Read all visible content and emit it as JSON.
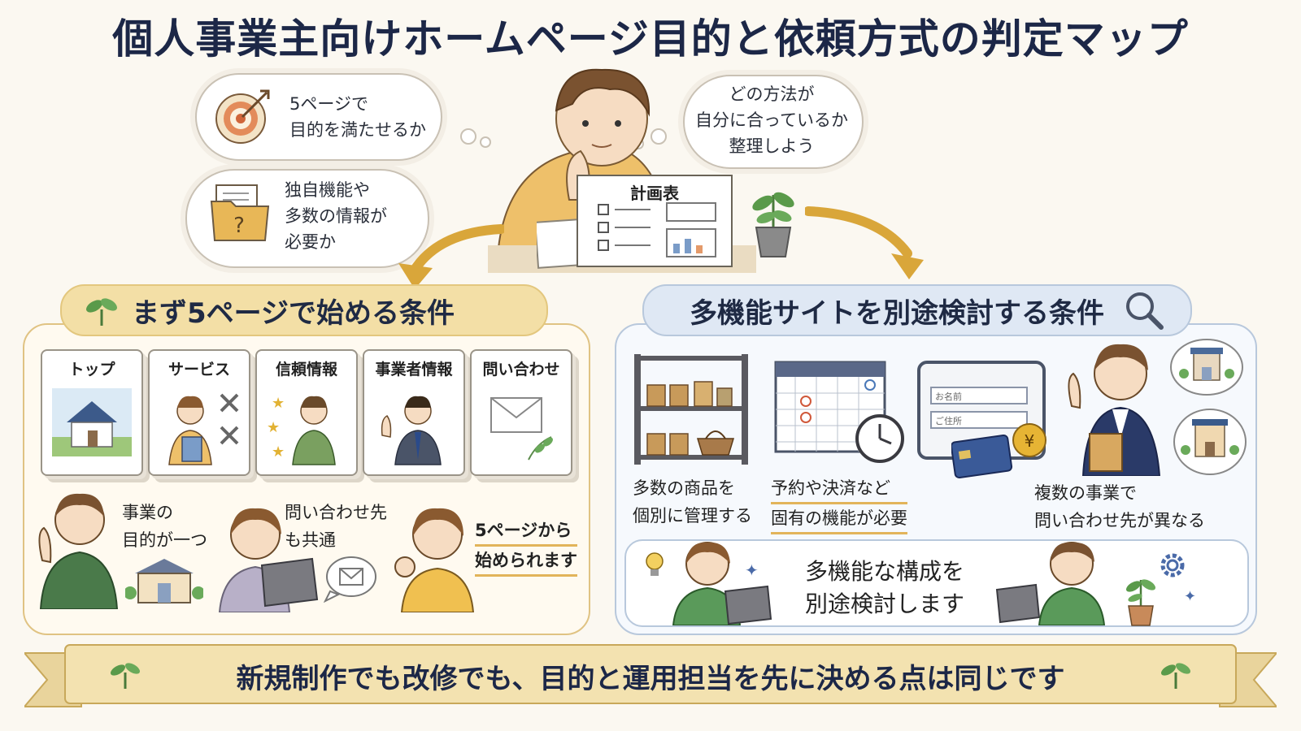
{
  "title": "個人事業主向けホームページ目的と依頼方式の判定マップ",
  "thoughts": {
    "five_pages": [
      "5ページで",
      "目的を満たせるか"
    ],
    "features": [
      "独自機能や",
      "多数の情報が",
      "必要か"
    ],
    "which_method": [
      "どの方法が",
      "自分に合っているか",
      "整理しよう"
    ]
  },
  "plan_sheet_label": "計画表",
  "left": {
    "heading": "まず5ページで始める条件",
    "pages": [
      "トップ",
      "サービス",
      "信頼情報",
      "事業者情報",
      "問い合わせ"
    ],
    "conditions": [
      [
        "事業の",
        "目的が一つ"
      ],
      [
        "問い合わせ先",
        "も共通"
      ]
    ],
    "result": [
      "5ページから",
      "始められます"
    ]
  },
  "right": {
    "heading": "多機能サイトを別途検討する条件",
    "conditions": [
      [
        "多数の商品を",
        "個別に管理する"
      ],
      [
        "予約や決済など",
        "固有の機能が必要"
      ],
      [
        "複数の事業で",
        "問い合わせ先が異なる"
      ]
    ],
    "form_fields": [
      "お名前",
      "ご住所"
    ],
    "result": [
      "多機能な構成を",
      "別途検討します"
    ]
  },
  "footer": "新規制作でも改修でも、目的と運用担当を先に決める点は同じです",
  "colors": {
    "left_accent": "#f3dfa6",
    "right_accent": "#dfe8f4",
    "title": "#1c2747",
    "arrow": "#d9a63a"
  }
}
